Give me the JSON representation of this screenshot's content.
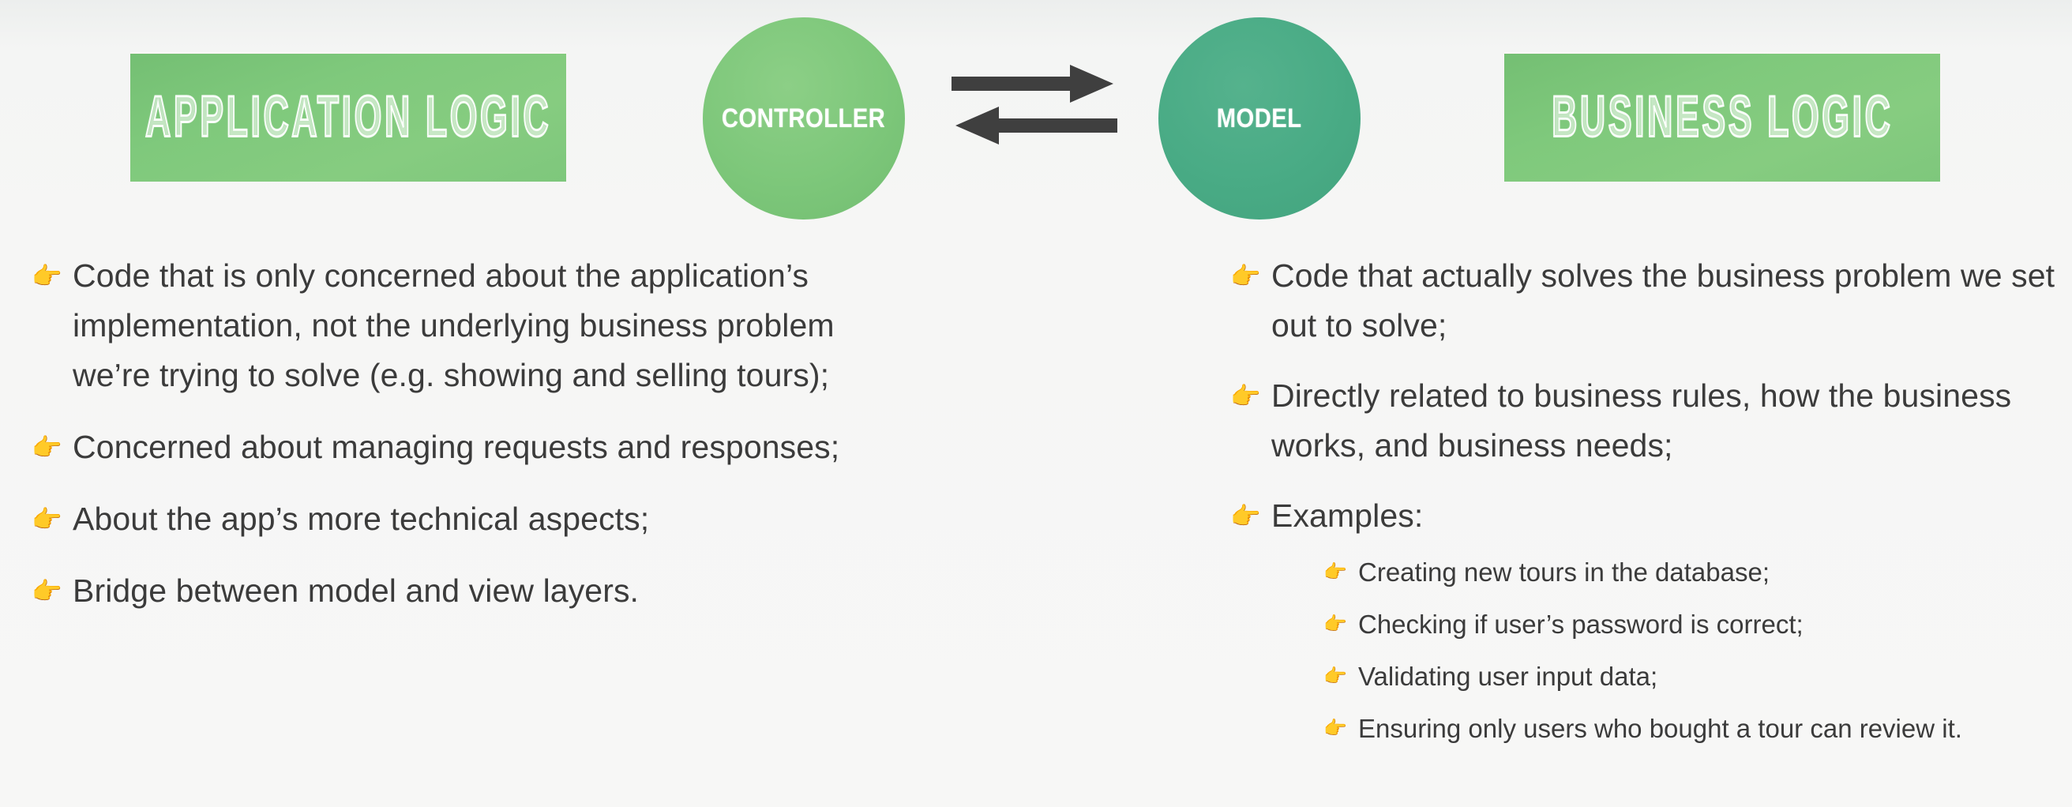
{
  "diagram": {
    "application_logic_label": "APPLICATION LOGIC",
    "controller_label": "CONTROLLER",
    "model_label": "MODEL",
    "business_logic_label": "BUSINESS LOGIC",
    "arrow_forward_name": "arrow-right",
    "arrow_back_name": "arrow-left",
    "colors": {
      "box_green": "#7fc97c",
      "controller_green": "#7dc77a",
      "model_teal": "#49ab85",
      "arrow_dark": "#3f3f3f",
      "background": "#f6f6f5",
      "text_dark": "#3b3b3b"
    }
  },
  "bullet_glyph": "👉",
  "left_column": {
    "items": [
      {
        "text": "Code that is only concerned about the application’s implementation, not the underlying business problem we’re trying to solve (e.g. showing and selling tours);"
      },
      {
        "text": "Concerned about managing requests and responses;"
      },
      {
        "text": "About the app’s more technical aspects;"
      },
      {
        "text": "Bridge between model and view layers."
      }
    ]
  },
  "right_column": {
    "items": [
      {
        "text": "Code that actually solves the business problem we set out to solve;"
      },
      {
        "text": "Directly related to business rules, how the business works, and business needs;"
      },
      {
        "text": "Examples:",
        "sub_items": [
          {
            "text": "Creating new tours in the database;"
          },
          {
            "text": "Checking if user’s password is correct;"
          },
          {
            "text": "Validating user input data;"
          },
          {
            "text": "Ensuring only users who bought a tour can review it."
          }
        ]
      }
    ]
  }
}
